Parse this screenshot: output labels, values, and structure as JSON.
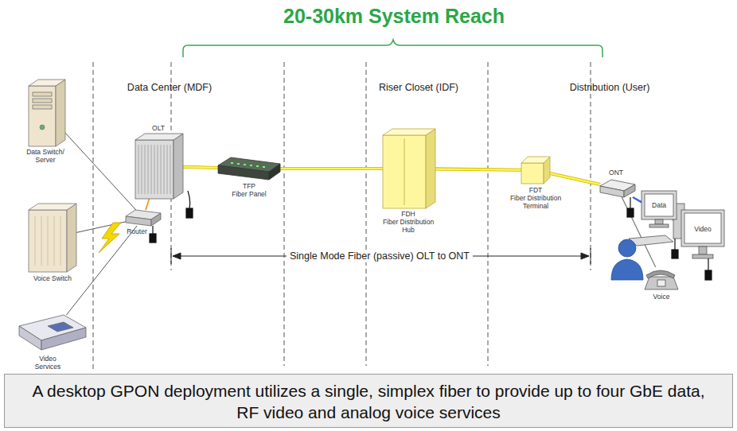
{
  "diagram": {
    "title": "20-30km System Reach",
    "caption": "A desktop GPON deployment utilizes a single, simplex fiber to provide up to four GbE data, RF video and analog voice services",
    "nodes": [
      {
        "text": [
          "Data Switch/ Server"
        ]
      },
      {
        "text": [
          "Voice Switch"
        ]
      },
      {
        "text": [
          "Video Services"
        ]
      },
      {
        "text": [
          "OLT"
        ]
      },
      {
        "text": [
          "Router"
        ]
      },
      {
        "text": [
          "TFP",
          "Fiber Panel"
        ]
      },
      {
        "text": [
          "FDH",
          "Fiber Distribution Hub"
        ]
      },
      {
        "text": [
          "FDT",
          "Fiber Distribution Terminal"
        ]
      },
      {
        "text": [
          "ONT"
        ]
      },
      {
        "text": [
          "Data"
        ]
      },
      {
        "text": [
          "Video"
        ]
      },
      {
        "text": [
          "Voice"
        ]
      }
    ],
    "edges": [
      {
        "from": 0,
        "to": 4,
        "arrow": "none"
      },
      {
        "from": 1,
        "to": 4,
        "arrow": "none"
      },
      {
        "from": 2,
        "to": 4,
        "arrow": "none"
      },
      {
        "from": 4,
        "to": 3,
        "arrow": "none"
      },
      {
        "from": 3,
        "to": 5,
        "arrow": "none"
      },
      {
        "from": 5,
        "to": 6,
        "arrow": "none"
      },
      {
        "from": 6,
        "to": 7,
        "arrow": "none"
      },
      {
        "from": 7,
        "to": 8,
        "arrow": "none"
      },
      {
        "from": 8,
        "to": 9,
        "arrow": "none"
      },
      {
        "from": 8,
        "to": 10,
        "arrow": "none"
      },
      {
        "from": 8,
        "to": 11,
        "arrow": "none"
      }
    ],
    "labels": [
      "Data Center (MDF)",
      "Riser Closet (IDF)",
      "Distribution (User)",
      "Single Mode Fiber (passive) OLT to ONT"
    ]
  }
}
